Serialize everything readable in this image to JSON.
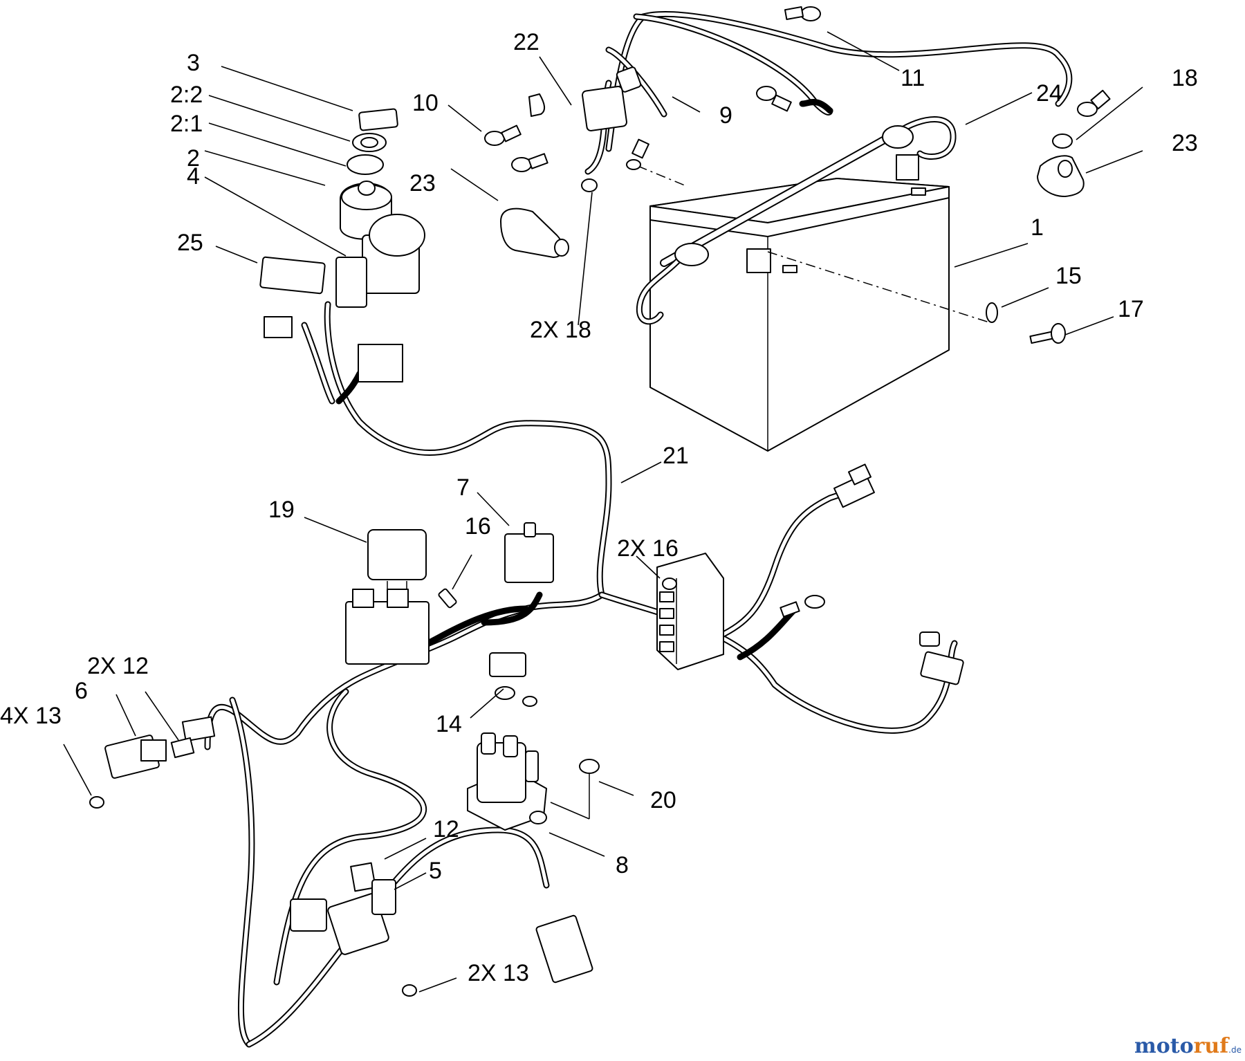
{
  "labels": {
    "c1": "1",
    "c2": "2",
    "c2_1": "2:1",
    "c2_2": "2:2",
    "c3": "3",
    "c4": "4",
    "c5": "5",
    "c6": "6",
    "c7": "7",
    "c8": "8",
    "c9": "9",
    "c10": "10",
    "c11": "11",
    "c12": "12",
    "c12x2": "2X 12",
    "c13x4": "4X 13",
    "c13x2": "2X 13",
    "c14": "14",
    "c15": "15",
    "c16": "16",
    "c16x2": "2X 16",
    "c17": "17",
    "c18": "18",
    "c18x2": "2X 18",
    "c19": "19",
    "c20": "20",
    "c21": "21",
    "c22": "22",
    "c23a": "23",
    "c23b": "23",
    "c24": "24",
    "c25": "25"
  },
  "watermark": {
    "part_a": "moto",
    "part_b": "ruf",
    "suffix": ".de"
  }
}
